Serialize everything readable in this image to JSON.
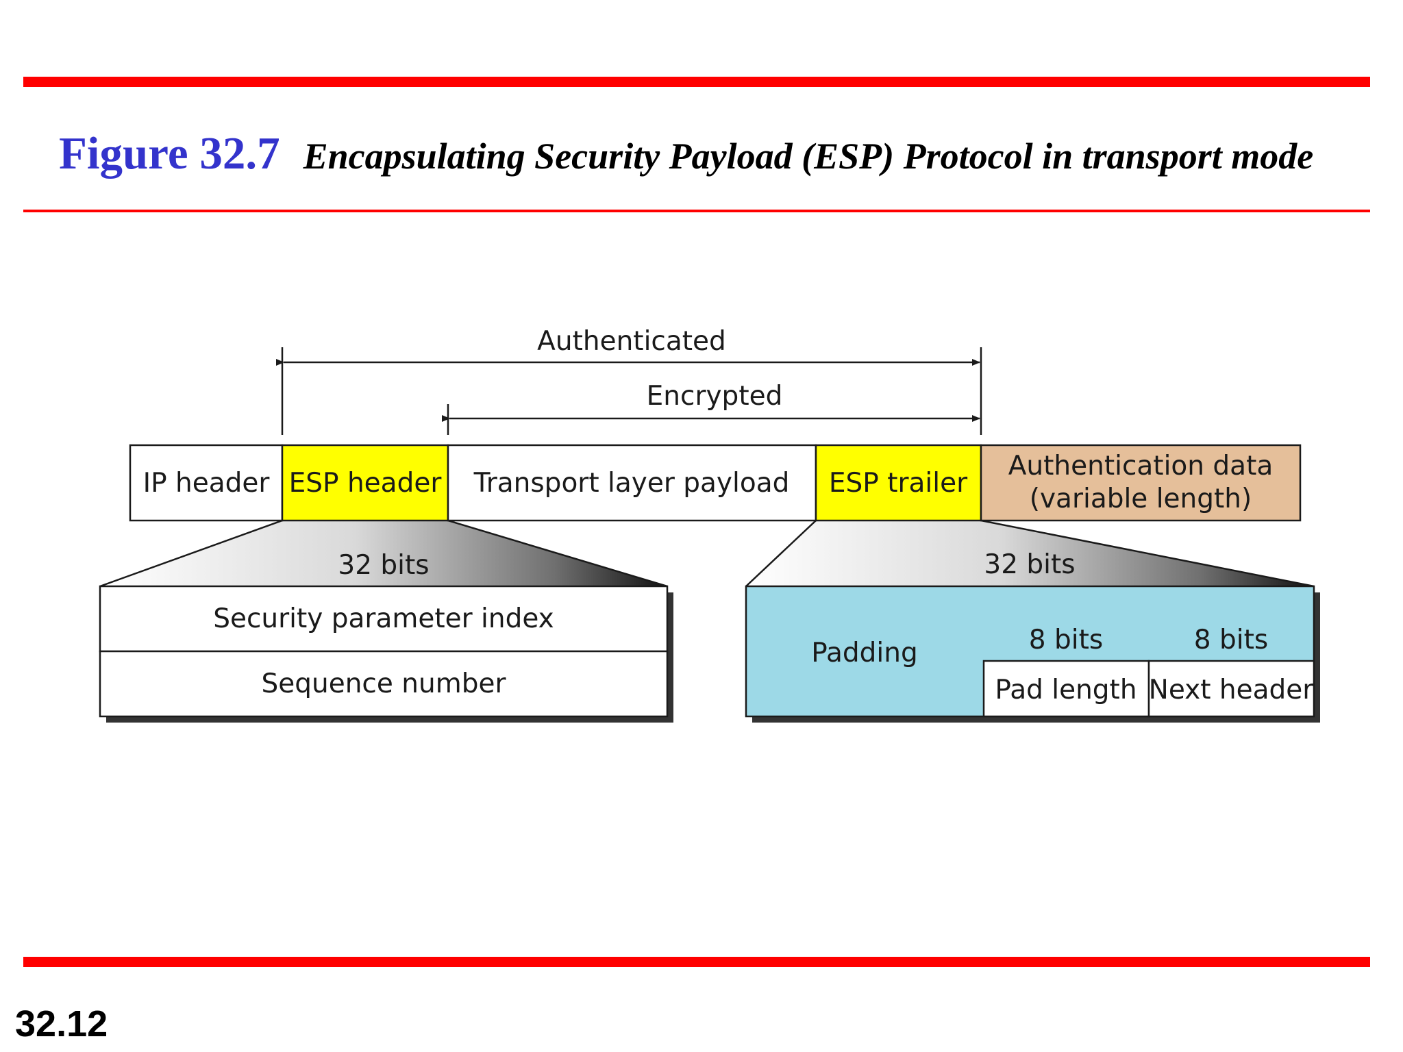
{
  "slide": {
    "figure_number": "Figure 32.7",
    "figure_caption": "Encapsulating Security Payload (ESP) Protocol in transport mode",
    "page_number": "32.12"
  },
  "colors": {
    "rule": "#ff0000",
    "figure_number": "#3333cc",
    "esp_highlight": "#ffff00",
    "auth_data": "#e5bf9a",
    "trailer_detail": "#9dd9e7"
  },
  "diagram": {
    "ranges": {
      "authenticated": "Authenticated",
      "encrypted": "Encrypted"
    },
    "packet": {
      "ip_header": "IP header",
      "esp_header": "ESP header",
      "transport_payload": "Transport layer payload",
      "esp_trailer": "ESP trailer",
      "auth_data_line1": "Authentication data",
      "auth_data_line2": "(variable length)"
    },
    "esp_header_detail": {
      "width_label": "32 bits",
      "row1": "Security parameter index",
      "row2": "Sequence number"
    },
    "esp_trailer_detail": {
      "width_label": "32 bits",
      "padding": "Padding",
      "pad_length_bits": "8 bits",
      "next_header_bits": "8 bits",
      "pad_length": "Pad length",
      "next_header": "Next header"
    }
  }
}
